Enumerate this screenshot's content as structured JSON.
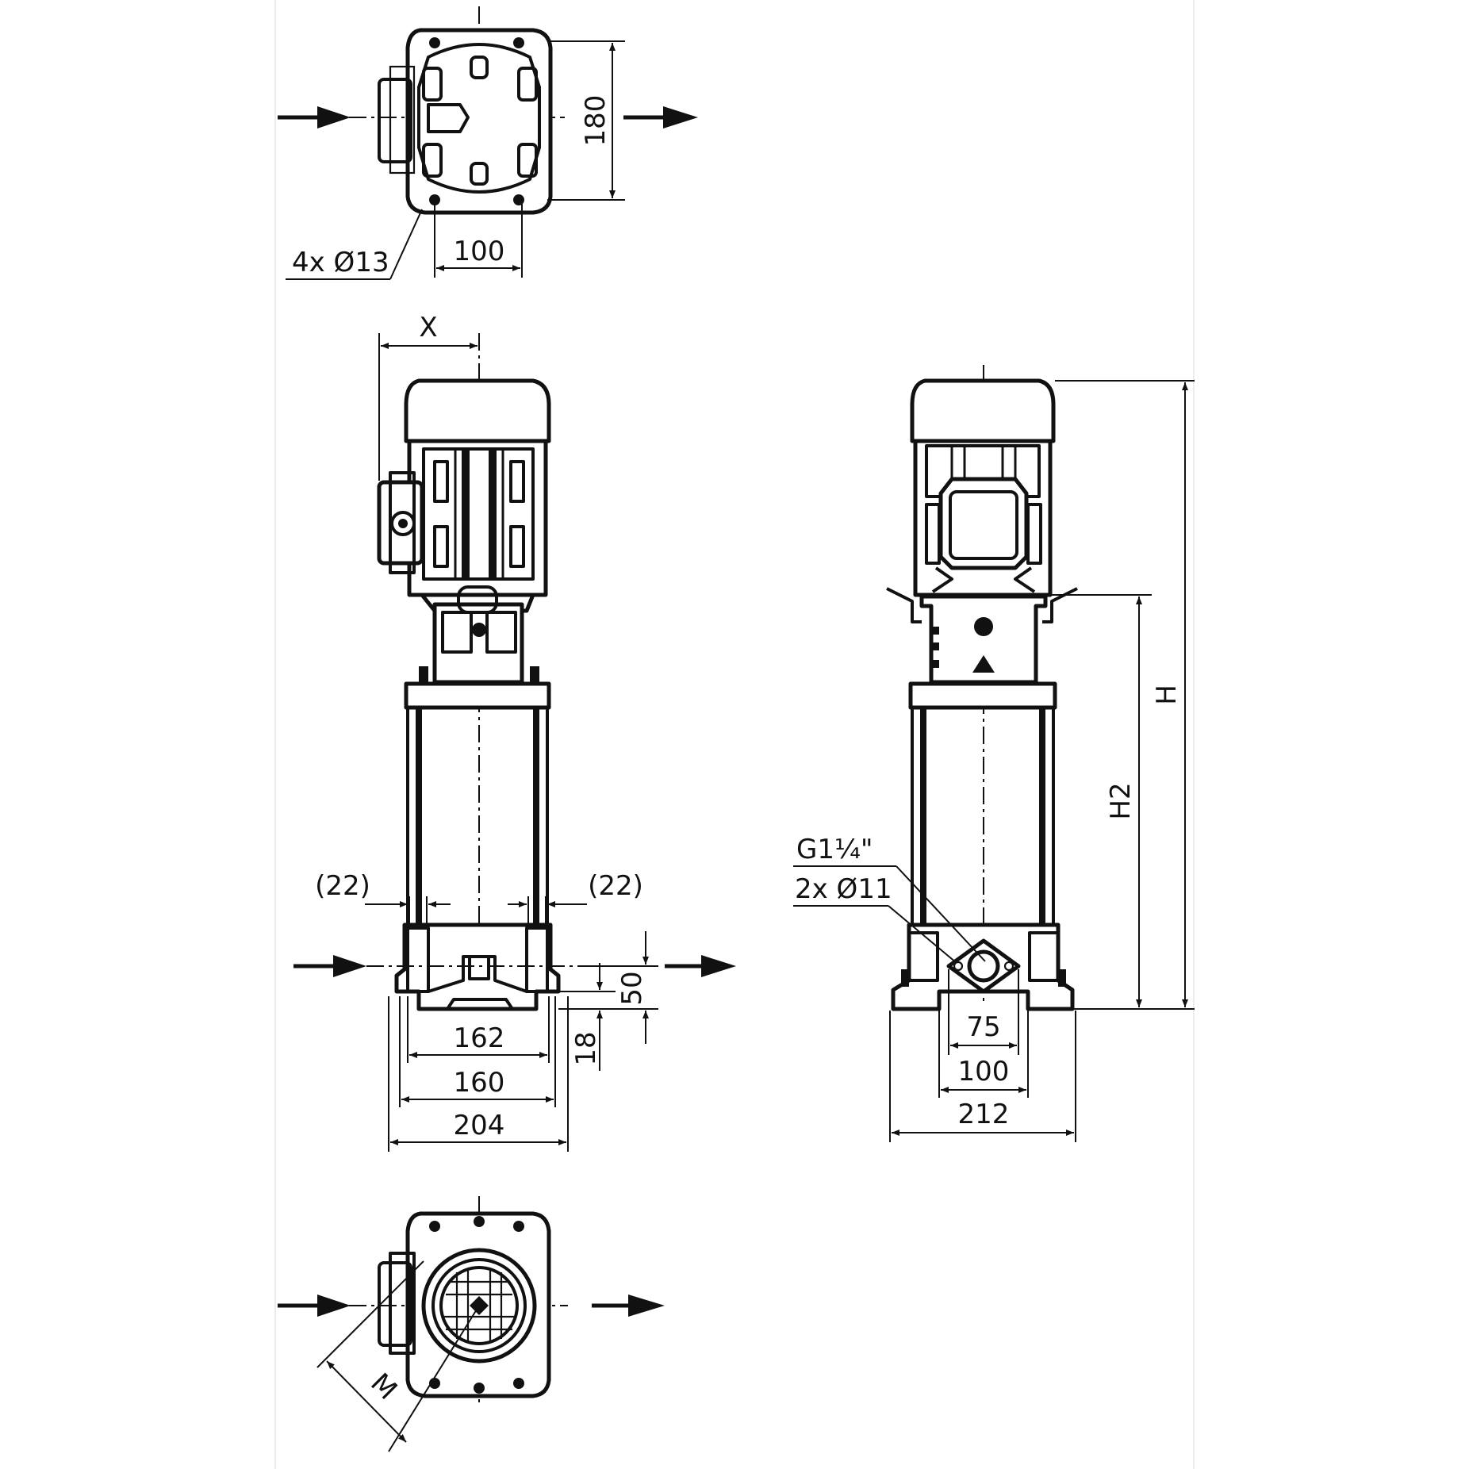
{
  "drawing": {
    "top_view": {
      "width_180": "180",
      "spacing_100": "100",
      "holes_4x13": "4x Ø13"
    },
    "front_view": {
      "offset_x": "X",
      "clearance_left": "(22)",
      "clearance_right": "(22)",
      "height_50": "50",
      "height_18": "18",
      "width_162": "162",
      "width_160": "160",
      "width_204": "204"
    },
    "side_view": {
      "thread_g114": "G1¼\"",
      "holes_2x11": "2x Ø11",
      "height_h": "H",
      "height_h2": "H2",
      "width_75": "75",
      "width_100": "100",
      "width_212": "212"
    },
    "bottom_view": {
      "size_m": "M"
    }
  }
}
